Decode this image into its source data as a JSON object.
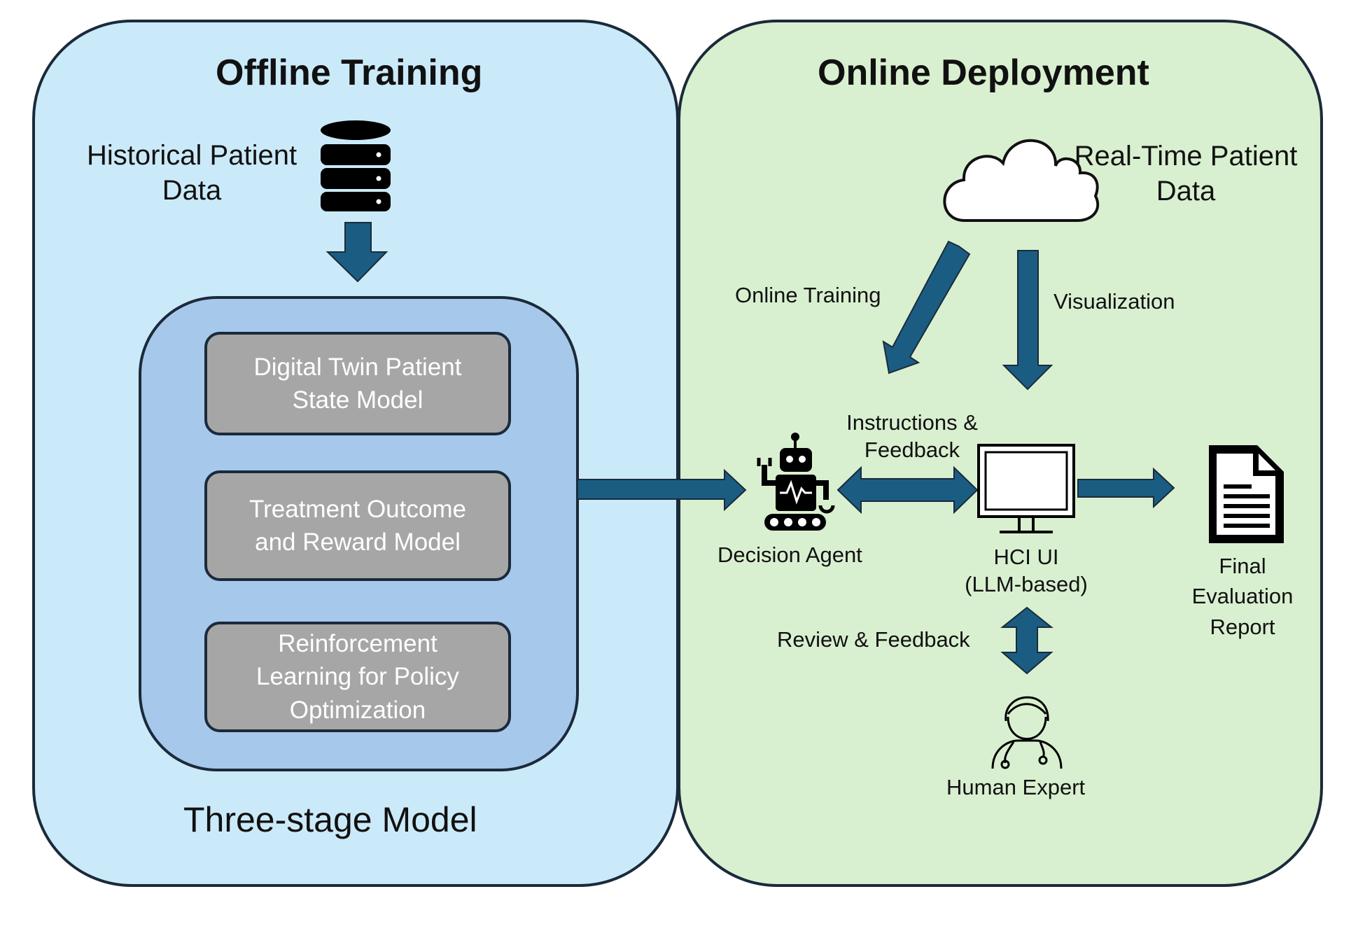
{
  "offline": {
    "title": "Offline Training",
    "data_label_line1": "Historical Patient",
    "data_label_line2": "Data",
    "data_icon": "database-icon",
    "stages": [
      {
        "line1": "Digital Twin Patient",
        "line2": "State Model"
      },
      {
        "line1": "Treatment Outcome",
        "line2": "and Reward Model"
      },
      {
        "line1": "Reinforcement",
        "line2": "Learning for Policy",
        "line3": "Optimization"
      }
    ],
    "model_label": "Three-stage Model"
  },
  "online": {
    "title": "Online Deployment",
    "data_label_line1": "Real-Time Patient",
    "data_label_line2": "Data",
    "data_icon": "cloud-icon",
    "online_training_label": "Online Training",
    "visualization_label": "Visualization",
    "instructions_line1": "Instructions &",
    "instructions_line2": "Feedback",
    "agent_label": "Decision Agent",
    "agent_icon": "robot-icon",
    "hci_line1": "HCI UI",
    "hci_line2": "(LLM-based)",
    "hci_icon": "monitor-icon",
    "report_line1": "Final",
    "report_line2": "Evaluation",
    "report_line3": "Report",
    "report_icon": "document-icon",
    "review_label": "Review & Feedback",
    "expert_label": "Human Expert",
    "expert_icon": "doctor-icon"
  },
  "colors": {
    "offline_panel": "#cbeaf9",
    "online_panel": "#d9f0d0",
    "model_box": "#a6c8ea",
    "stage_box": "#a6a6a6",
    "arrow": "#1b5d82",
    "outline": "#1b2a3a"
  }
}
